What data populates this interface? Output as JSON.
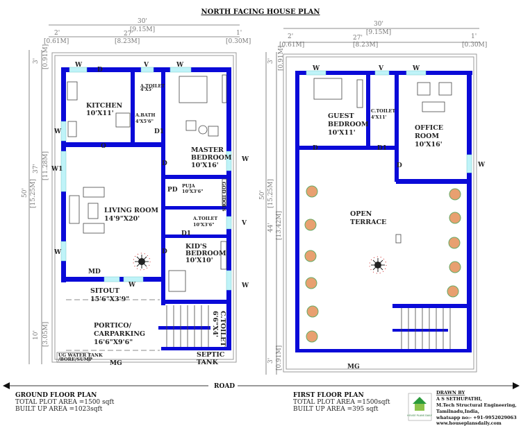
{
  "title": "NORTH FACING HOUSE PLAN",
  "colors": {
    "wall": "#0a0ad8",
    "window": "#bff3f8",
    "compass": "#cc2222",
    "plant": "#e8a070"
  },
  "ground_floor": {
    "dims": {
      "width_total": "30'",
      "width_total_m": "[9.15M]",
      "left": "2'",
      "left_m": "[0.61M]",
      "mid": "27'",
      "mid_m": "[8.23M]",
      "right": "1'",
      "right_m": "[0.30M]",
      "h_top": "3'",
      "h_top_m": "[0.91M]",
      "h_mid": "37'",
      "h_mid_m": "[11.28M]",
      "h_total": "50'",
      "h_total_m": "[15.25M]",
      "h_bottom": "10'",
      "h_bottom_m": "[3.05M]"
    },
    "rooms": {
      "kitchen": {
        "name": "KITCHEN",
        "size": "10'X11'"
      },
      "a_toilet_top": {
        "name": "A.TOILET",
        "size": "4'X5'"
      },
      "a_bath": {
        "name": "A.BATH",
        "size": "4'X5'6\""
      },
      "master": {
        "name1": "MASTER",
        "name2": "BEDROOM",
        "size": "10'X16'"
      },
      "puja": {
        "name": "PUJA",
        "size": "10'X3'6\"",
        "god_idols": "GOD IDOLS"
      },
      "living": {
        "name": "LIVING ROOM",
        "size": "14'9\"X20'"
      },
      "a_toilet": {
        "name": "A.TOILET",
        "size": "10'X3'6\""
      },
      "kids": {
        "name1": "KID'S",
        "name2": "BEDROOM",
        "size": "10'X10'"
      },
      "sitout": {
        "name": "SITOUT",
        "size": "15'6\"X3'9\""
      },
      "portico": {
        "name1": "PORTICO/",
        "name2": "CARPARKING",
        "size": "16'6\"X9'6\""
      },
      "c_toilet": {
        "name": "C.TOILET",
        "size": "6'6\"X4'"
      },
      "septic": {
        "name1": "SEPTIC",
        "name2": "TANK"
      },
      "ug_tank": {
        "line1": "UG WATER TANK",
        "line2": "/BORE/SUMP"
      }
    },
    "tags": {
      "w": "W",
      "d": "D",
      "v": "V",
      "d1": "D1",
      "o": "O",
      "w1": "W1",
      "pd": "PD",
      "md": "MD",
      "mg": "MG"
    },
    "footer": {
      "heading": "GROUND FLOOR PLAN",
      "plot_area": "TOTAL PLOT AREA =1500 sqft",
      "built_up": "BUILT UP AREA =1023sqft"
    }
  },
  "road": "ROAD",
  "first_floor": {
    "dims": {
      "width_total": "30'",
      "width_total_m": "[9.15M]",
      "left": "2'",
      "left_m": "[0.61M]",
      "mid": "27'",
      "mid_m": "[8.23M]",
      "right": "1'",
      "right_m": "[0.30M]",
      "h_top": "3'",
      "h_top_m": "[0.91M]",
      "h_total": "50'",
      "h_total_m": "[15.25M]",
      "h_mid": "44'",
      "h_mid_m": "[13.42M]",
      "h_bottom": "3'",
      "h_bottom_m": "[0.91M]"
    },
    "rooms": {
      "guest": {
        "name1": "GUEST",
        "name2": "BEDROOM",
        "size": "10'X11'"
      },
      "c_toilet": {
        "name": "C.TOILET",
        "size": "4'X11'"
      },
      "office": {
        "name1": "OFFICE",
        "name2": "ROOM",
        "size": "10'X16'"
      },
      "terrace": {
        "name1": "OPEN",
        "name2": "TERRACE"
      }
    },
    "tags": {
      "w": "W",
      "v": "V",
      "d": "D",
      "d1": "D1",
      "mg": "MG"
    },
    "footer": {
      "heading": "FIRST FLOOR PLAN",
      "plot_area": "TOTAL PLOT AREA =1500sqft",
      "built_up": "BUILT UP AREA =395 sqft"
    }
  },
  "credits": {
    "logo_text": "HOUSE PLANS DAILY",
    "drawn_by": "DRAWN BY",
    "name": "A S SETHUPATHI,",
    "degree": "M.Tech Structural Engineering,",
    "location": "Tamilnadu,India,",
    "whatsapp": "whatsapp no:- +91-9952029063",
    "website": "www.houseplansdaily.com"
  }
}
